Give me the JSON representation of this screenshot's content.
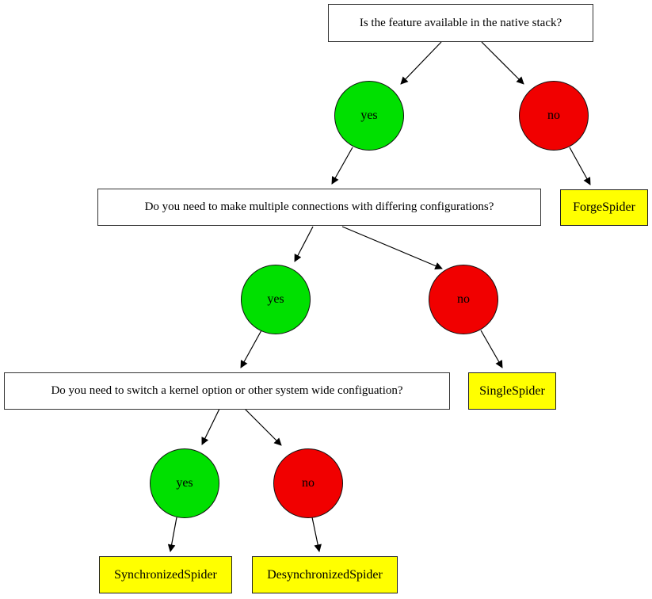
{
  "diagram": {
    "kind": "decision-tree-flowchart",
    "questions": [
      {
        "id": "q1",
        "label": "Is the feature available in the native stack?"
      },
      {
        "id": "q2",
        "label": "Do you need to make multiple connections with differing configurations?"
      },
      {
        "id": "q3",
        "label": "Do you need to switch a kernel option or other system wide configuation?"
      }
    ],
    "choice_labels": {
      "yes": "yes",
      "no": "no"
    },
    "results": [
      {
        "id": "forge",
        "label": "ForgeSpider"
      },
      {
        "id": "single",
        "label": "SingleSpider"
      },
      {
        "id": "sync",
        "label": "SynchronizedSpider"
      },
      {
        "id": "desync",
        "label": "DesynchronizedSpider"
      }
    ],
    "edges": [
      {
        "from": "q1",
        "to": "yes-1"
      },
      {
        "from": "q1",
        "to": "no-1"
      },
      {
        "from": "yes-1",
        "to": "q2"
      },
      {
        "from": "no-1",
        "to": "ForgeSpider"
      },
      {
        "from": "q2",
        "to": "yes-2"
      },
      {
        "from": "q2",
        "to": "no-2"
      },
      {
        "from": "yes-2",
        "to": "q3"
      },
      {
        "from": "no-2",
        "to": "SingleSpider"
      },
      {
        "from": "q3",
        "to": "yes-3"
      },
      {
        "from": "q3",
        "to": "no-3"
      },
      {
        "from": "yes-3",
        "to": "SynchronizedSpider"
      },
      {
        "from": "no-3",
        "to": "DesynchronizedSpider"
      }
    ],
    "colors": {
      "yes_fill": "#00e000",
      "no_fill": "#f10000",
      "result_fill": "#ffff00",
      "question_fill": "#ffffff",
      "edge_stroke": "#000000"
    }
  }
}
